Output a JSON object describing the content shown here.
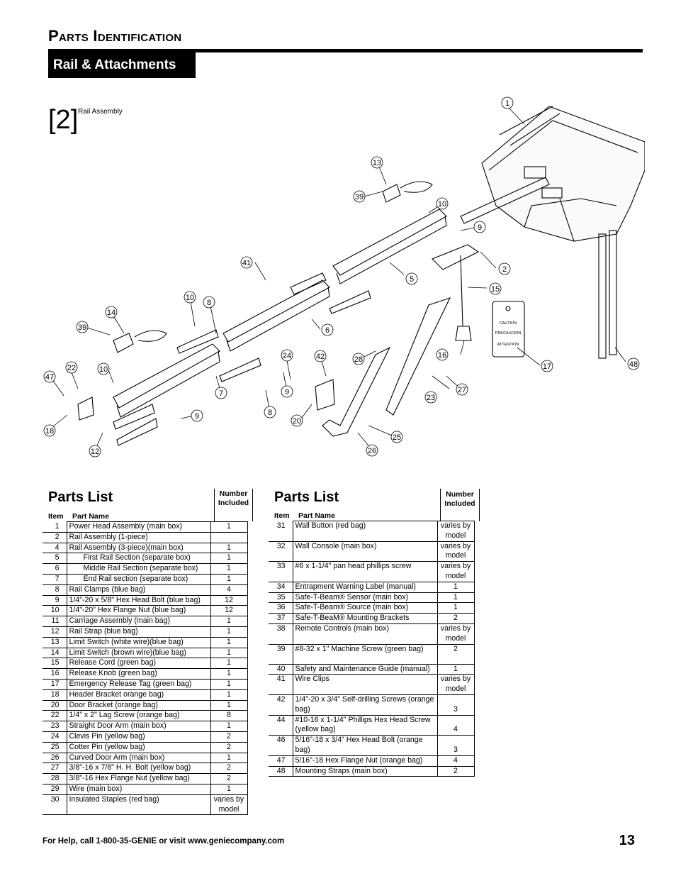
{
  "header": {
    "title": "Parts Identification",
    "section": "Rail & Attachments"
  },
  "figure": {
    "number": "[2]",
    "caption": "Rail Assembly",
    "tag_lines": [
      "CAUTION",
      "PRECAUCIÓN",
      "ATTENTION"
    ]
  },
  "callouts": [
    "1",
    "2",
    "5",
    "6",
    "7",
    "8",
    "8",
    "9",
    "9",
    "9",
    "10",
    "10",
    "10",
    "12",
    "13",
    "14",
    "15",
    "16",
    "17",
    "18",
    "20",
    "22",
    "23",
    "24",
    "25",
    "26",
    "27",
    "28",
    "39",
    "39",
    "41",
    "42",
    "47",
    "48"
  ],
  "lists": [
    {
      "title": "Parts List",
      "number_header": "Number Included",
      "item_header": "Item",
      "name_header": "Part Name",
      "rows": [
        {
          "item": "1",
          "name": "Power Head Assembly (main box)",
          "num": "1"
        },
        {
          "item": "2",
          "name": "Rail Assembly (1-piece)",
          "num": ""
        },
        {
          "item": "4",
          "name": "Rail Assembly (3-piece)(main box)",
          "num": "1"
        },
        {
          "item": "5",
          "name": "First Rail Section (separate box)",
          "num": "1",
          "indent": true
        },
        {
          "item": "6",
          "name": "Middle Rail Section (separate box)",
          "num": "1",
          "indent": true
        },
        {
          "item": "7",
          "name": "End Rail section (separate box)",
          "num": "1",
          "indent": true
        },
        {
          "item": "8",
          "name": "Rail Clamps (blue bag)",
          "num": "4"
        },
        {
          "item": "9",
          "name": "1/4\"-20 x  5/8\" Hex Head Bolt (blue bag)",
          "num": "12"
        },
        {
          "item": "10",
          "name": "1/4\"-20\" Hex Flange Nut (blue bag)",
          "num": "12"
        },
        {
          "item": "11",
          "name": "Carriage Assembly (main bag)",
          "num": "1"
        },
        {
          "item": "12",
          "name": "Rail Strap (blue bag)",
          "num": "1"
        },
        {
          "item": "13",
          "name": "Limit Switch (white wire)(blue bag)",
          "num": "1"
        },
        {
          "item": "14",
          "name": "Limit Switch (brown wire)(blue bag)",
          "num": "1"
        },
        {
          "item": "15",
          "name": "Release Cord (green bag)",
          "num": "1"
        },
        {
          "item": "16",
          "name": "Release Knob (green bag)",
          "num": "1"
        },
        {
          "item": "17",
          "name": "Emergency Release Tag (green bag)",
          "num": "1"
        },
        {
          "item": "18",
          "name": "Header Bracket orange bag)",
          "num": "1"
        },
        {
          "item": "20",
          "name": "Door Bracket (orange bag)",
          "num": "1"
        },
        {
          "item": "22",
          "name": "1/4\"  x 2\" Lag Screw (orange bag)",
          "num": "8"
        },
        {
          "item": "23",
          "name": "Straight Door Arm (main box)",
          "num": "1"
        },
        {
          "item": "24",
          "name": "Clevis Pin (yellow bag)",
          "num": "2"
        },
        {
          "item": "25",
          "name": "Cotter Pin  (yellow bag)",
          "num": "2"
        },
        {
          "item": "26",
          "name": "Curved Door Arm (main box)",
          "num": "1"
        },
        {
          "item": "27",
          "name": "3/8\"-16 x 7/8\" H. H. Bolt (yellow bag)",
          "num": "2"
        },
        {
          "item": "28",
          "name": "3/8\"-16 Hex Flange Nut (yellow bag)",
          "num": "2"
        },
        {
          "item": "29",
          "name": "Wire  (main box)",
          "num": "1"
        },
        {
          "item": "30",
          "name": "Insulated Staples (red bag)",
          "num": "varies by model",
          "tall": true
        }
      ]
    },
    {
      "title": "Parts List",
      "number_header": "Number Included",
      "item_header": "Item",
      "name_header": "Part Name",
      "rows": [
        {
          "item": "31",
          "name": "Wall Button (red bag)",
          "num": "varies by model",
          "tall": true
        },
        {
          "item": "32",
          "name": "Wall Console (main box)",
          "num": "varies by model",
          "tall": true
        },
        {
          "item": "33",
          "name": "#6 x 1-1/4\" pan head phillips screw",
          "num": "varies by model",
          "tall": true
        },
        {
          "item": "34",
          "name": "Entrapment Warning Label (manual)",
          "num": "1"
        },
        {
          "item": "35",
          "name": "Safe-T-Beam® Sensor (main box)",
          "num": "1"
        },
        {
          "item": "36",
          "name": "Safe-T-Beam® Source (main box)",
          "num": "1"
        },
        {
          "item": "37",
          "name": "Safe-T-BeaM® Mounting Brackets",
          "num": "2"
        },
        {
          "item": "38",
          "name": "Remote Controls (main box)",
          "num": "varies by model",
          "tall": true
        },
        {
          "item": "39",
          "name": "#8-32 x 1\" Machine Screw (green bag)",
          "num": "2",
          "tall": true
        },
        {
          "item": "40",
          "name": "Safety and Maintenance Guide (manual)",
          "num": "1"
        },
        {
          "item": "41",
          "name": "Wire Clips",
          "num": "varies by model",
          "tall": true
        },
        {
          "item": "42",
          "name": "1/4\"-20 x 3/4\" Self-drilling Screws (orange bag)",
          "num": "3",
          "tall": true,
          "numbottom": true
        },
        {
          "item": "44",
          "name": "#10-16 x 1-1/4\" Phillips Hex Head Screw (yellow bag)",
          "num": "4",
          "tall": true,
          "numbottom": true
        },
        {
          "item": "46",
          "name": "5/16\"-18  x 3/4\" Hex Head Bolt (orange bag)",
          "num": "3",
          "tall": true,
          "numbottom": true
        },
        {
          "item": "47",
          "name": "5/16\"-18  Hex Flange Nut (orange bag)",
          "num": "4"
        },
        {
          "item": "48",
          "name": "Mounting Straps (main box)",
          "num": "2"
        }
      ]
    }
  ],
  "footer": {
    "help": "For Help, call 1-800-35-GENIE or visit www.geniecompany.com",
    "page": "13"
  }
}
